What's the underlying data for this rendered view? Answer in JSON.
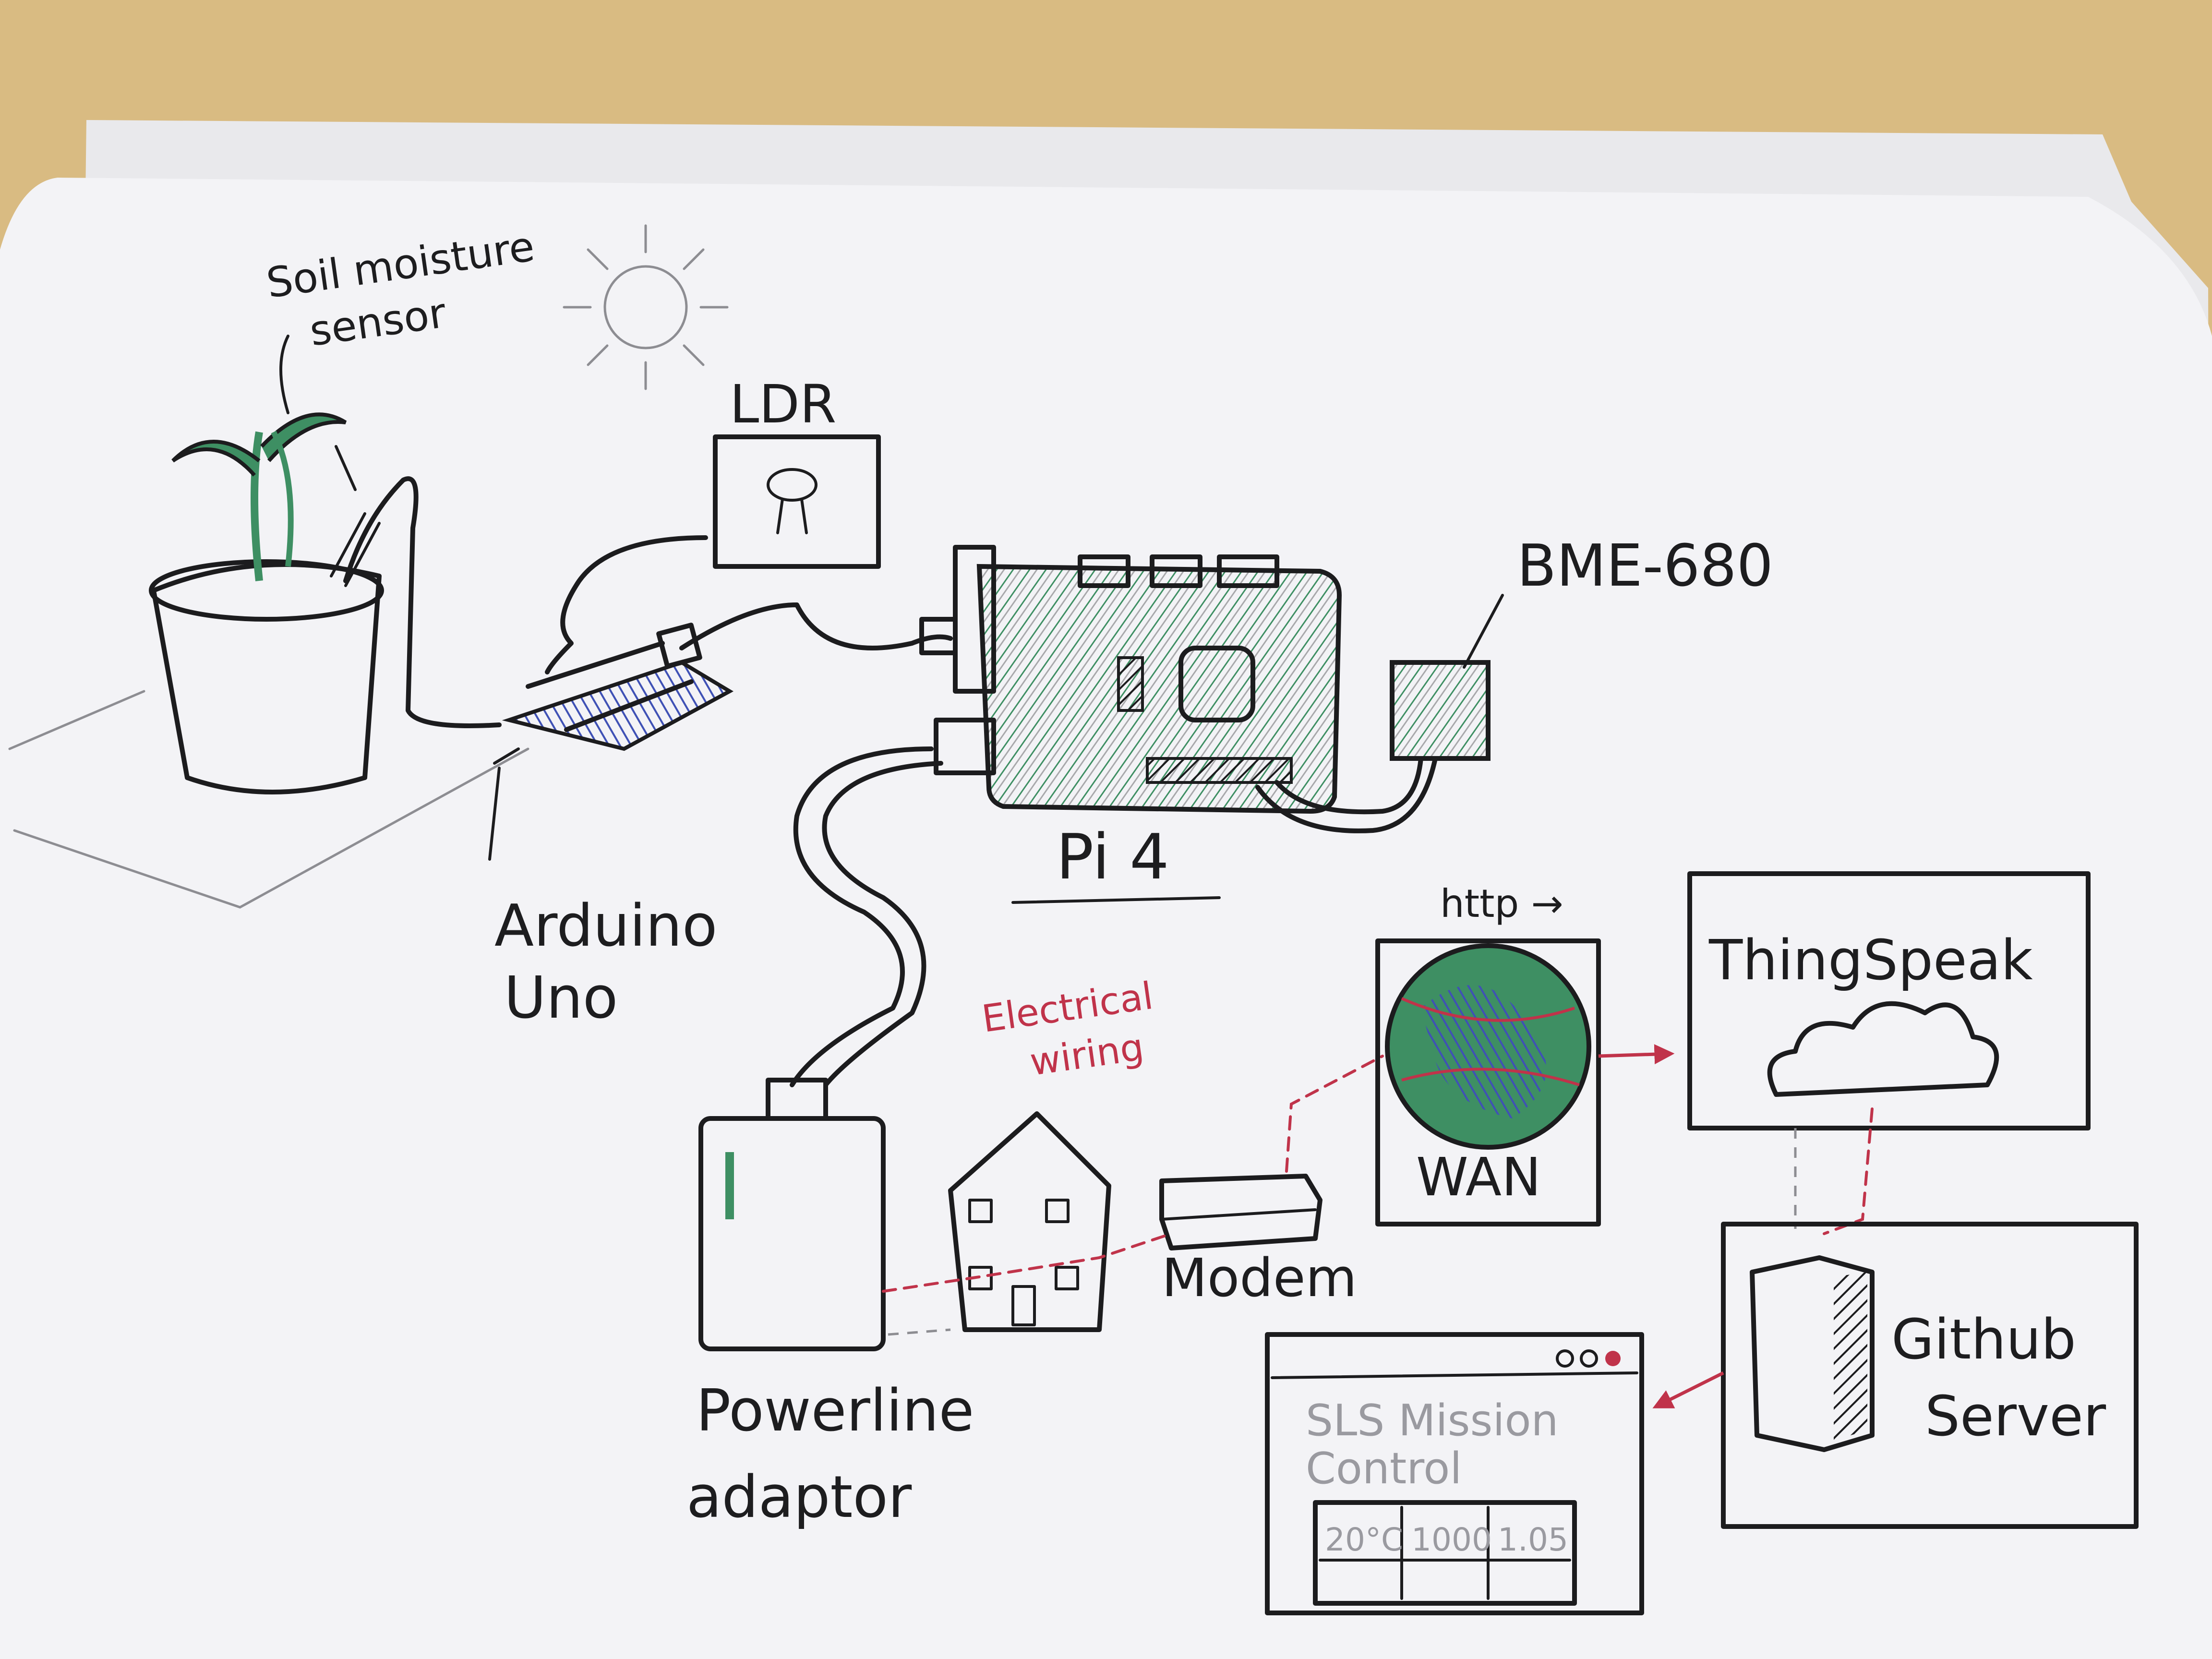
{
  "diagram": {
    "labels": {
      "soil_sensor": [
        "Soil moisture",
        "sensor"
      ],
      "ldr": "LDR",
      "bme": "BME-680",
      "pi": "Pi 4",
      "arduino": [
        "Arduino",
        "Uno"
      ],
      "powerline": [
        "Powerline",
        "adaptor"
      ],
      "electrical": [
        "Electrical",
        "wiring"
      ],
      "modem": "Modem",
      "http": "http →",
      "wan": "WAN",
      "thingspeak": "ThingSpeak",
      "github": [
        "Github",
        "Server"
      ],
      "mission": [
        "SLS Mission",
        "Control"
      ],
      "table_cells": [
        "20°C",
        "1000",
        "1.05"
      ]
    },
    "colors": {
      "ink": "#1c1c1e",
      "red_ink": "#c0334a",
      "green_ink": "#3e8f63",
      "blue_ink": "#3f51b5",
      "paper": "#f3f3f6",
      "desk": "#d9bb82"
    }
  }
}
